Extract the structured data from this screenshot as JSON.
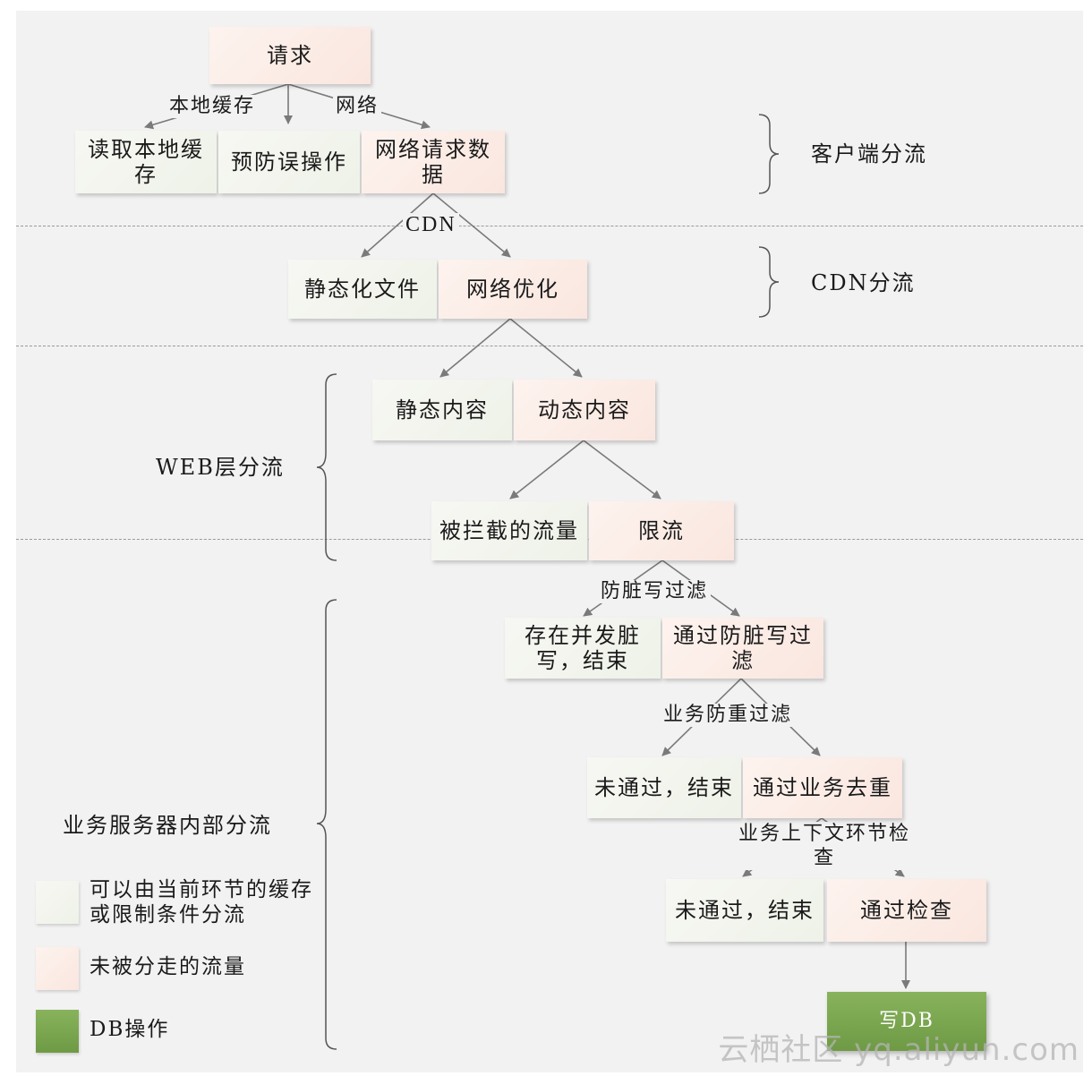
{
  "nodes": {
    "request": "请求",
    "read_local_cache": "读取本地缓存",
    "prevent_misoperation": "预防误操作",
    "network_request_data": "网络请求数据",
    "static_files": "静态化文件",
    "network_optimize": "网络优化",
    "static_content": "静态内容",
    "dynamic_content": "动态内容",
    "intercepted_traffic": "被拦截的流量",
    "rate_limit": "限流",
    "dirty_write_end": "存在并发脏写，结束",
    "pass_dirty_filter": "通过防脏写过滤",
    "not_pass_end_1": "未通过，结束",
    "pass_dedup": "通过业务去重",
    "not_pass_end_2": "未通过，结束",
    "pass_check": "通过检查",
    "write_db": "写DB"
  },
  "edge_labels": {
    "local_cache": "本地缓存",
    "network": "网络",
    "cdn": "CDN",
    "dirty_write_filter": "防脏写过滤",
    "dedup_filter": "业务防重过滤",
    "context_check": "业务上下文环节检查"
  },
  "sections": {
    "client": "客户端分流",
    "cdn": "CDN分流",
    "web": "WEB层分流",
    "server": "业务服务器内部分流"
  },
  "legend": {
    "green": "可以由当前环节的缓存或限制条件分流",
    "pink": "未被分走的流量",
    "db": "DB操作"
  },
  "colors": {
    "green_box": "#eef2e8",
    "pink_box": "#fae6df",
    "db_box": "#78a34e",
    "background": "#f2f2f2"
  },
  "watermark": "云栖社区 yq.aliyun.com"
}
